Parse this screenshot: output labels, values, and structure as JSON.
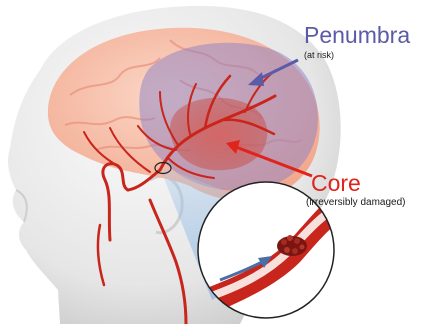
{
  "labels": {
    "penumbra_title": "Penumbra",
    "penumbra_subtitle": "(at risk)",
    "core_title": "Core",
    "core_subtitle": "(irreversibly damaged)"
  },
  "colors": {
    "penumbra": "#5c5ba8",
    "core": "#e0231b",
    "artery": "#c8251c",
    "brain": "#f4b5a0",
    "head": "#e6e6e6"
  },
  "regions": [
    {
      "name": "penumbra",
      "description_label": "(at risk)"
    },
    {
      "name": "core",
      "description_label": "(irreversibly damaged)"
    }
  ]
}
